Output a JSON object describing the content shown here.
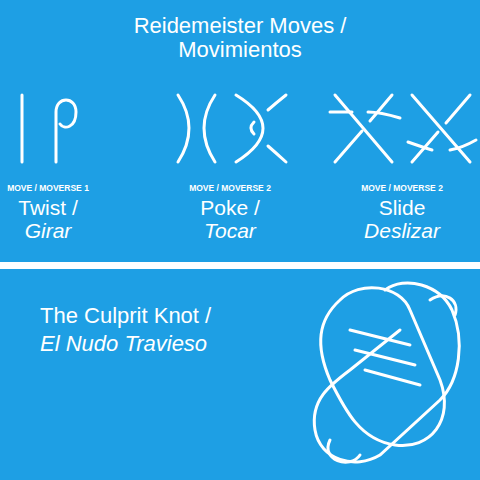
{
  "diagram": {
    "title": "Reidemeister Moves / Movimientos",
    "labels": [
      "MOVE / MOVERSE 1",
      "Twist /",
      "Girar",
      "MOVE / MOVERSE 2",
      "Poke /",
      "Tocar",
      "MOVE / MOVERSE 2",
      "Slide",
      "Deslizar",
      "The Culprit Knot /",
      "El Nudo Travieso"
    ]
  }
}
